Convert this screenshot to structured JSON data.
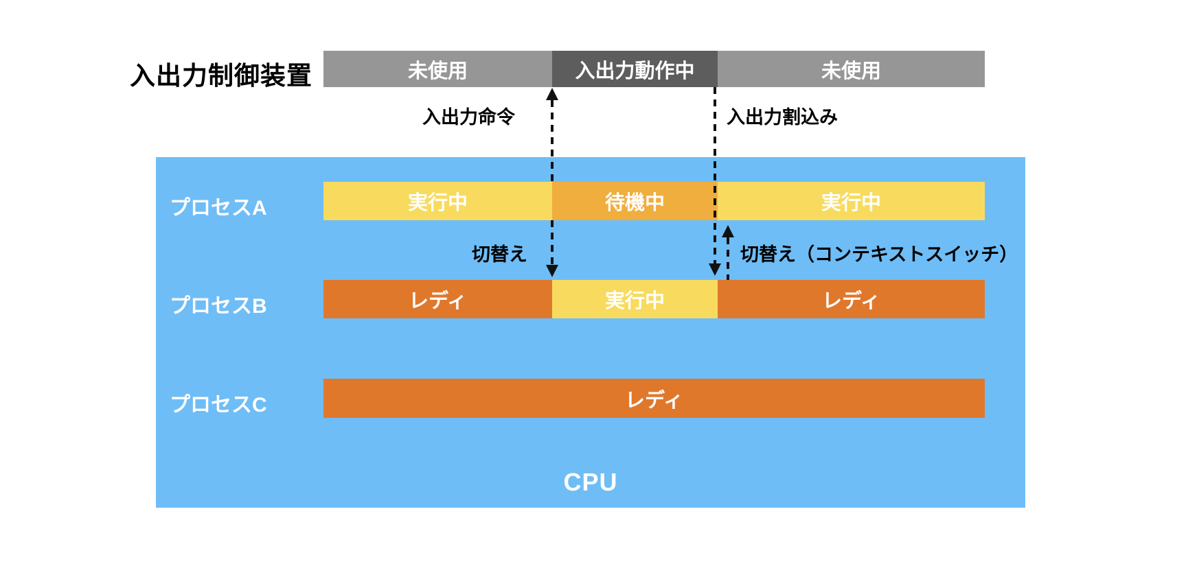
{
  "io_controller": {
    "label": "入出力制御装置",
    "segments": [
      {
        "text": "未使用",
        "state": "idle"
      },
      {
        "text": "入出力動作中",
        "state": "active"
      },
      {
        "text": "未使用",
        "state": "idle"
      }
    ]
  },
  "annotations": {
    "io_command": "入出力命令",
    "io_interrupt": "入出力割込み",
    "switch": "切替え",
    "context_switch": "切替え（コンテキストスイッチ）"
  },
  "processes": [
    {
      "name": "プロセスA",
      "segments": [
        {
          "text": "実行中",
          "state": "running"
        },
        {
          "text": "待機中",
          "state": "waiting"
        },
        {
          "text": "実行中",
          "state": "running"
        }
      ]
    },
    {
      "name": "プロセスB",
      "segments": [
        {
          "text": "レディ",
          "state": "ready"
        },
        {
          "text": "実行中",
          "state": "running"
        },
        {
          "text": "レディ",
          "state": "ready"
        }
      ]
    },
    {
      "name": "プロセスC",
      "segments": [
        {
          "text": "レディ",
          "state": "ready"
        }
      ]
    }
  ],
  "cpu": {
    "label": "CPU"
  },
  "colors": {
    "idle_gray": "#969696",
    "active_gray": "#5d5d5d",
    "cpu_blue": "#6fbdf6",
    "running_yellow": "#f8db5e",
    "waiting_orange": "#f0ae3e",
    "ready_orange": "#e0782c",
    "arrow_black": "#111111",
    "text_white": "#ffffff",
    "text_black": "#000000"
  }
}
